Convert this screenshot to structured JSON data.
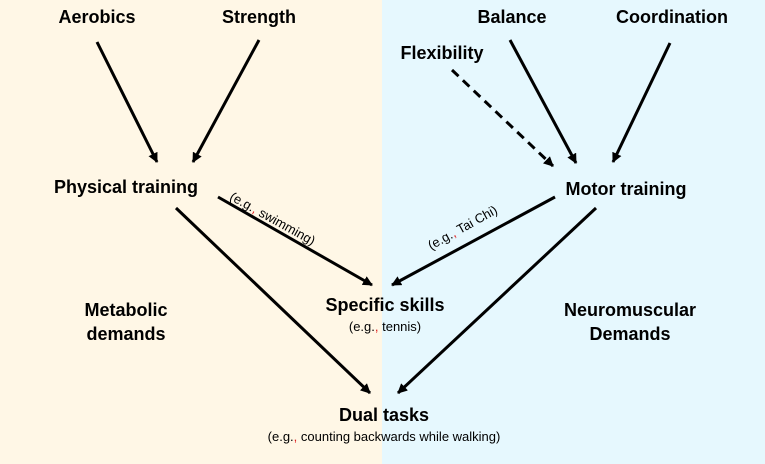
{
  "colors": {
    "left_panel": "#FFF7E6",
    "right_panel": "#E6F8FE",
    "arrow": "#000000",
    "comma_accent": "#E02020"
  },
  "nodes": {
    "aerobics": "Aerobics",
    "strength": "Strength",
    "balance": "Balance",
    "coordination": "Coordination",
    "flexibility": "Flexibility",
    "physical_training": "Physical training",
    "motor_training": "Motor training",
    "specific_skills": "Specific skills",
    "specific_skills_example_prefix": "(e.g.",
    "specific_skills_example_comma": ",",
    "specific_skills_example_rest": " tennis)",
    "dual_tasks": "Dual tasks",
    "dual_tasks_example_prefix": "(e.g.",
    "dual_tasks_example_comma": ",",
    "dual_tasks_example_rest": " counting backwards while walking)"
  },
  "regions": {
    "metabolic_line1": "Metabolic",
    "metabolic_line2": "demands",
    "neuromuscular_line1": "Neuromuscular",
    "neuromuscular_line2": "Demands"
  },
  "edge_labels": {
    "swimming_prefix": "(e.g.",
    "swimming_comma": ",",
    "swimming_rest": " swimming)",
    "taichi_prefix": "(e.g.",
    "taichi_comma": ",",
    "taichi_rest": " Tai Chi)"
  },
  "edges": [
    {
      "from": "Aerobics",
      "to": "Physical training",
      "style": "solid"
    },
    {
      "from": "Strength",
      "to": "Physical training",
      "style": "solid"
    },
    {
      "from": "Flexibility",
      "to": "Motor training",
      "style": "dashed"
    },
    {
      "from": "Balance",
      "to": "Motor training",
      "style": "solid"
    },
    {
      "from": "Coordination",
      "to": "Motor training",
      "style": "solid"
    },
    {
      "from": "Physical training",
      "to": "Specific skills",
      "style": "solid"
    },
    {
      "from": "Motor training",
      "to": "Specific skills",
      "style": "solid"
    },
    {
      "from": "Physical training",
      "to": "Dual tasks",
      "style": "solid"
    },
    {
      "from": "Motor training",
      "to": "Dual tasks",
      "style": "solid"
    }
  ]
}
